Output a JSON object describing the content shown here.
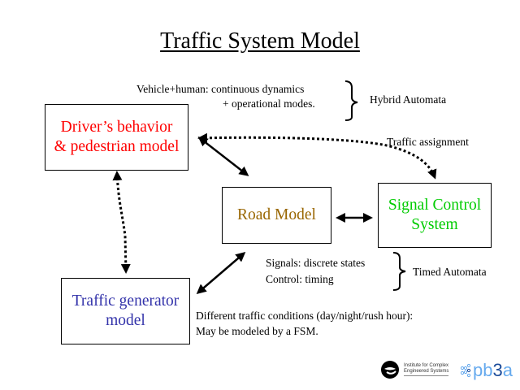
{
  "title": "Traffic System Model",
  "colors": {
    "drivers_behavior": "#ff0000",
    "road_model": "#996600",
    "signal_control": "#00cc00",
    "traffic_generator": "#3333aa",
    "pb3a_light": "#66aaee",
    "pb3a_dark": "#1a4a99"
  },
  "boxes": {
    "drivers_behavior": "Driver’s behavior\n& pedestrian model",
    "road_model": "Road Model",
    "signal_control": "Signal Control\nSystem",
    "traffic_generator": "Traffic generator\nmodel"
  },
  "annotations": {
    "hybrid_line1": "Vehicle+human:  continuous dynamics",
    "hybrid_line2": "+ operational modes.",
    "hybrid_label": "Hybrid Automata",
    "traffic_assignment": "Traffic assignment",
    "timed_line1": "Signals:  discrete states",
    "timed_line2": "Control: timing",
    "timed_label": "Timed Automata",
    "conditions_line1": "Different traffic conditions (day/night/rush hour):",
    "conditions_line2": "May be modeled by a FSM."
  },
  "logos": {
    "ices_text": "Institute for Complex\nEngineered Systems",
    "pb3a_prefix": "pb",
    "pb3a_digit": "3",
    "pb3a_suffix": "a"
  },
  "icons": {
    "ices_logo": "ices-logo-icon",
    "pb3a_dots": "dot-cluster-icon"
  }
}
